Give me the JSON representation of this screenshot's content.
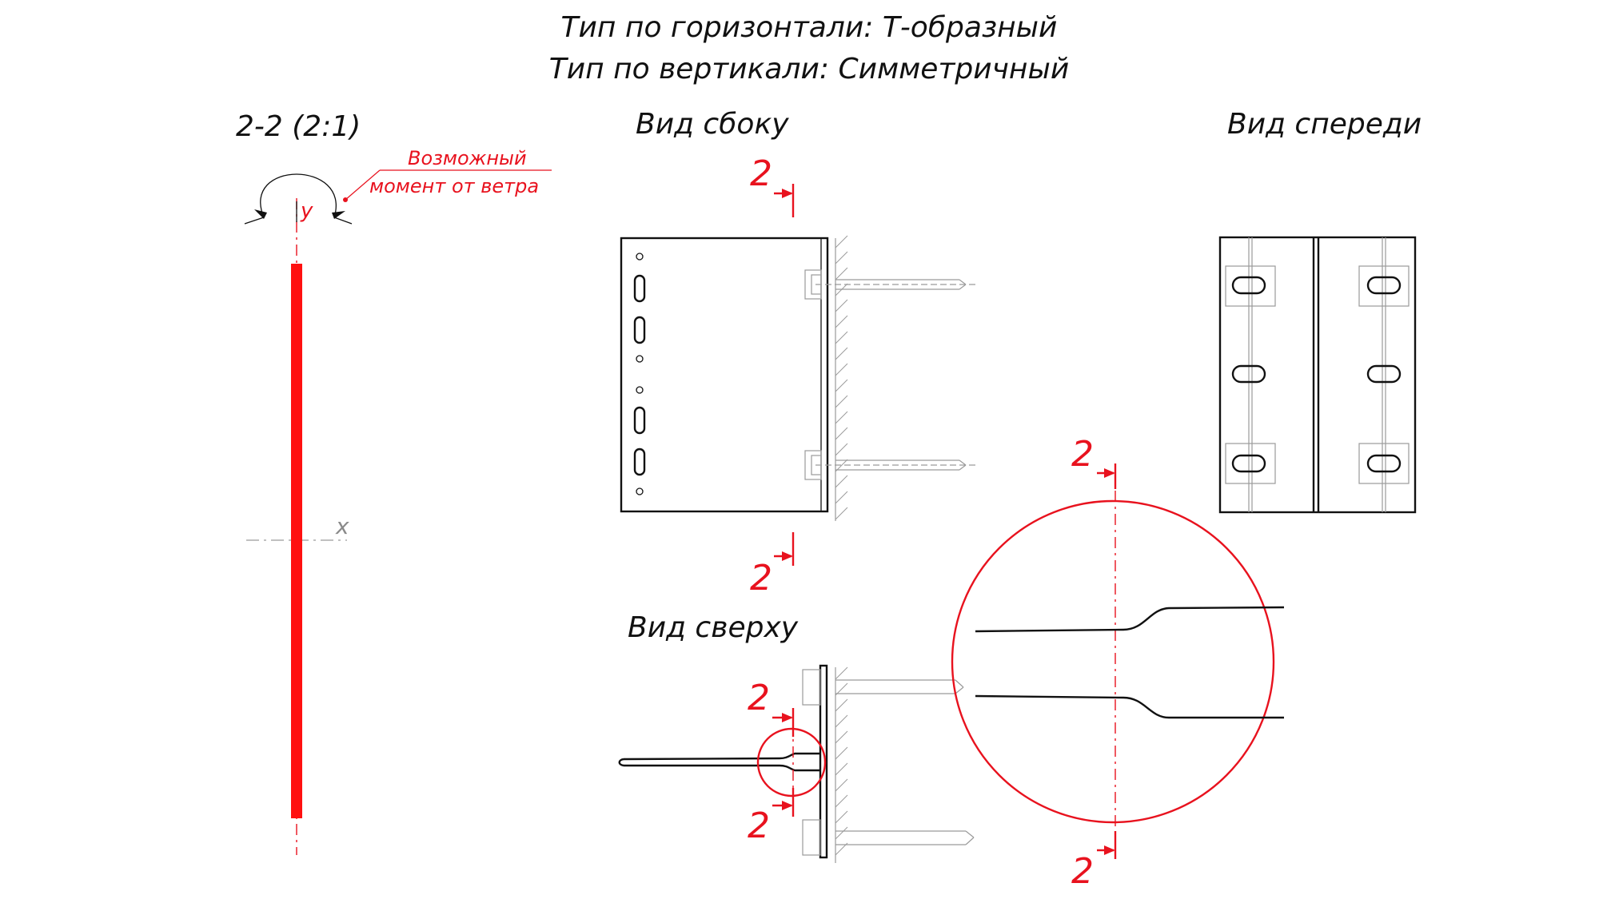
{
  "header": {
    "line1": "Тип по горизонтали: Т-образный",
    "line2": "Тип по вертикали: Симметричный"
  },
  "section": {
    "title": "2-2 (2:1)",
    "note_line1": "Возможный",
    "note_line2": "момент от ветра",
    "axis_y": "y",
    "axis_x": "x"
  },
  "views": {
    "side": "Вид сбоку",
    "front": "Вид спереди",
    "top": "Вид сверху"
  },
  "cut_mark": "2",
  "colors": {
    "accent": "#e8121e",
    "line": "#111111",
    "aux": "#9a9a9a"
  }
}
